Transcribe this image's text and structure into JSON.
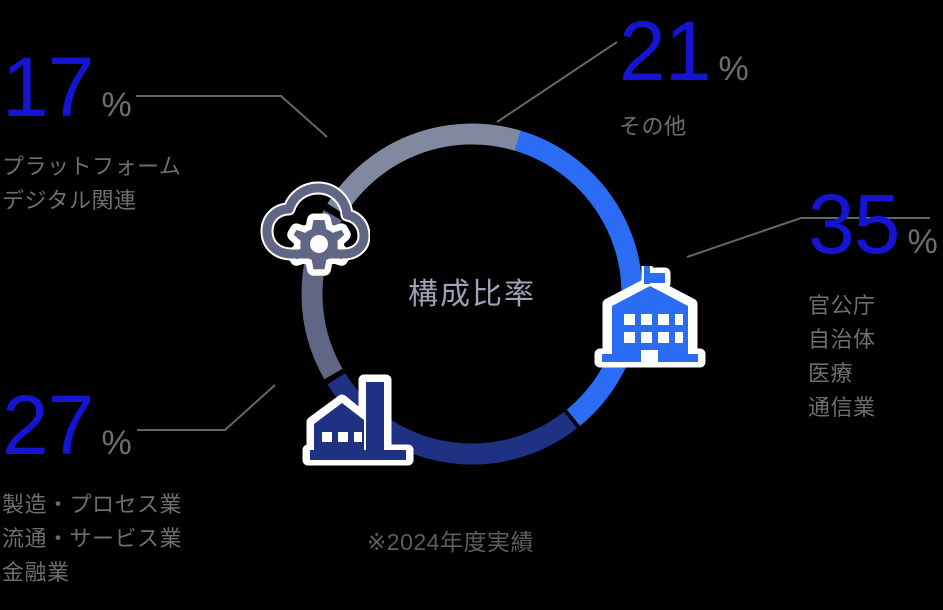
{
  "center": {
    "label": "構成比率"
  },
  "note": "※2024年度実績",
  "colors": {
    "accent_blue": "#2a6cf4",
    "navy": "#1e3183",
    "slate_dark": "#606784",
    "slate_light": "#8089a0",
    "number_blue": "#1414d2",
    "text_gray": "#6e6e6e",
    "background": "#000000"
  },
  "callouts": {
    "other": {
      "value": "21",
      "symbol": "%",
      "description": "その他"
    },
    "government": {
      "value": "35",
      "symbol": "%",
      "description_lines": [
        "官公庁",
        "自治体",
        "医療",
        "通信業"
      ]
    },
    "manufacturing": {
      "value": "27",
      "symbol": "%",
      "description_lines": [
        "製造・プロセス業",
        "流通・サービス業",
        "金融業"
      ]
    },
    "platform": {
      "value": "17",
      "symbol": "%",
      "description_lines": [
        "プラットフォーム",
        "デジタル関連"
      ]
    }
  },
  "icons": {
    "cloud_gear": "cloud-gear-icon",
    "government_building": "government-building-icon",
    "factory": "factory-icon"
  },
  "chart_data": {
    "type": "pie",
    "title": "構成比率",
    "subtitle": "※2024年度実績",
    "donut": true,
    "categories": [
      "官公庁・自治体・医療・通信業",
      "製造・プロセス業／流通・サービス業／金融業",
      "プラットフォーム・デジタル関連",
      "その他"
    ],
    "values": [
      35,
      27,
      17,
      21
    ],
    "labels": [
      "35%",
      "27%",
      "17%",
      "21%"
    ],
    "slice_colors": [
      "#2a6cf4",
      "#1e3183",
      "#606784",
      "#8089a0"
    ],
    "legend_position": "outside-callouts",
    "unit": "%",
    "total": 100
  }
}
